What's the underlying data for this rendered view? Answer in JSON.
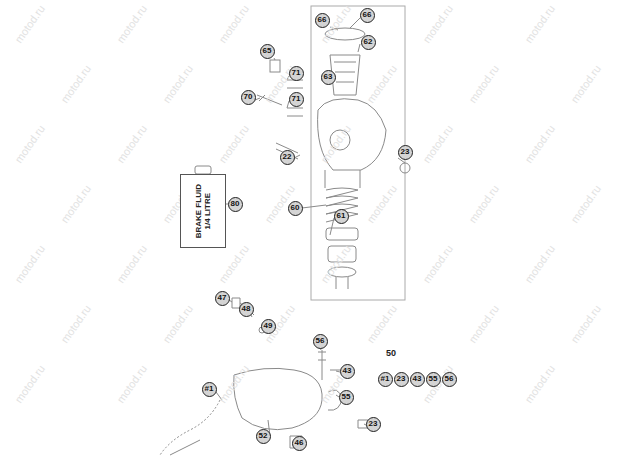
{
  "diagram": {
    "nodes": [
      {
        "text": [
          "66"
        ]
      },
      {
        "text": [
          "66"
        ]
      },
      {
        "text": [
          "62"
        ]
      },
      {
        "text": [
          "65"
        ]
      },
      {
        "text": [
          "71"
        ]
      },
      {
        "text": [
          "63"
        ]
      },
      {
        "text": [
          "70"
        ]
      },
      {
        "text": [
          "71"
        ]
      },
      {
        "text": [
          "23"
        ]
      },
      {
        "text": [
          "22"
        ]
      },
      {
        "text": [
          "BRAKE FLUID 1/4 LITRE"
        ]
      },
      {
        "text": [
          "80"
        ]
      },
      {
        "text": [
          "60"
        ]
      },
      {
        "text": [
          "61"
        ]
      },
      {
        "text": [
          "47"
        ]
      },
      {
        "text": [
          "48"
        ]
      },
      {
        "text": [
          "49"
        ]
      },
      {
        "text": [
          "56"
        ]
      },
      {
        "text": [
          "43"
        ]
      },
      {
        "text": [
          "#1"
        ]
      },
      {
        "text": [
          "23"
        ]
      },
      {
        "text": [
          "43"
        ]
      },
      {
        "text": [
          "55"
        ]
      },
      {
        "text": [
          "56"
        ]
      },
      {
        "text": [
          "#1"
        ]
      },
      {
        "text": [
          "55"
        ]
      },
      {
        "text": [
          "23"
        ]
      },
      {
        "text": [
          "52"
        ]
      },
      {
        "text": [
          "46"
        ]
      }
    ],
    "edges": [],
    "labels": [
      "50",
      "motod.ru",
      "motod.ru",
      "motod.ru",
      "motod.ru",
      "motod.ru",
      "motod.ru",
      "motod.ru",
      "motod.ru",
      "motod.ru",
      "motod.ru",
      "motod.ru",
      "motod.ru",
      "motod.ru",
      "motod.ru",
      "motod.ru",
      "motod.ru",
      "motod.ru",
      "motod.ru",
      "motod.ru",
      "motod.ru",
      "motod.ru",
      "motod.ru",
      "motod.ru",
      "motod.ru",
      "motod.ru",
      "motod.ru",
      "motod.ru",
      "motod.ru",
      "motod.ru",
      "motod.ru",
      "motod.ru",
      "motod.ru",
      "motod.ru",
      "motod.ru",
      "motod.ru",
      "motod.ru",
      "motod.ru",
      "motod.ru",
      "motod.ru",
      "motod.ru",
      "motod.ru",
      "motod.ru"
    ]
  }
}
